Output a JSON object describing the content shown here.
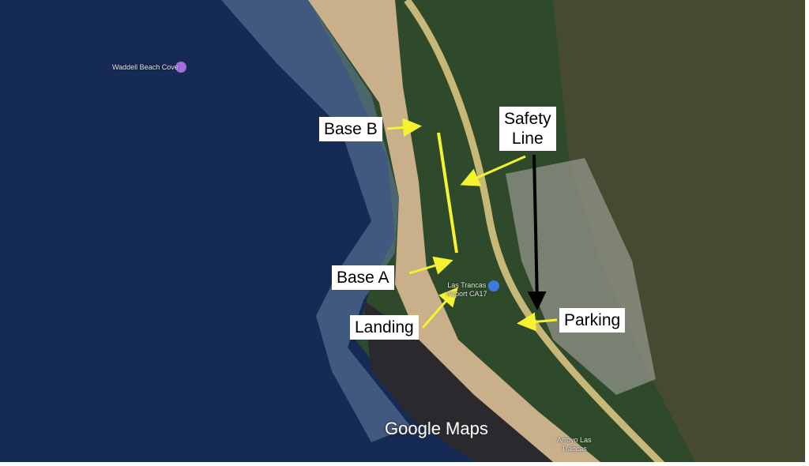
{
  "map": {
    "type": "satellite",
    "watermark": "Google Maps",
    "poi": {
      "cove": "Waddell Beach Cove",
      "airport_line1": "Las Trancas",
      "airport_line2": "Airport CA17",
      "arroyo_line1": "Arroyo Las",
      "arroyo_line2": "Trancas"
    },
    "annotations": {
      "base_b": "Base B",
      "safety_line_1": "Safety",
      "safety_line_2": "Line",
      "base_a": "Base A",
      "landing": "Landing",
      "parking": "Parking"
    },
    "colors": {
      "annotation_arrow": "#f5f230",
      "safety_arrow": "#000000",
      "poi_cove": "#a26ee0",
      "poi_airport": "#3b7be0"
    }
  }
}
